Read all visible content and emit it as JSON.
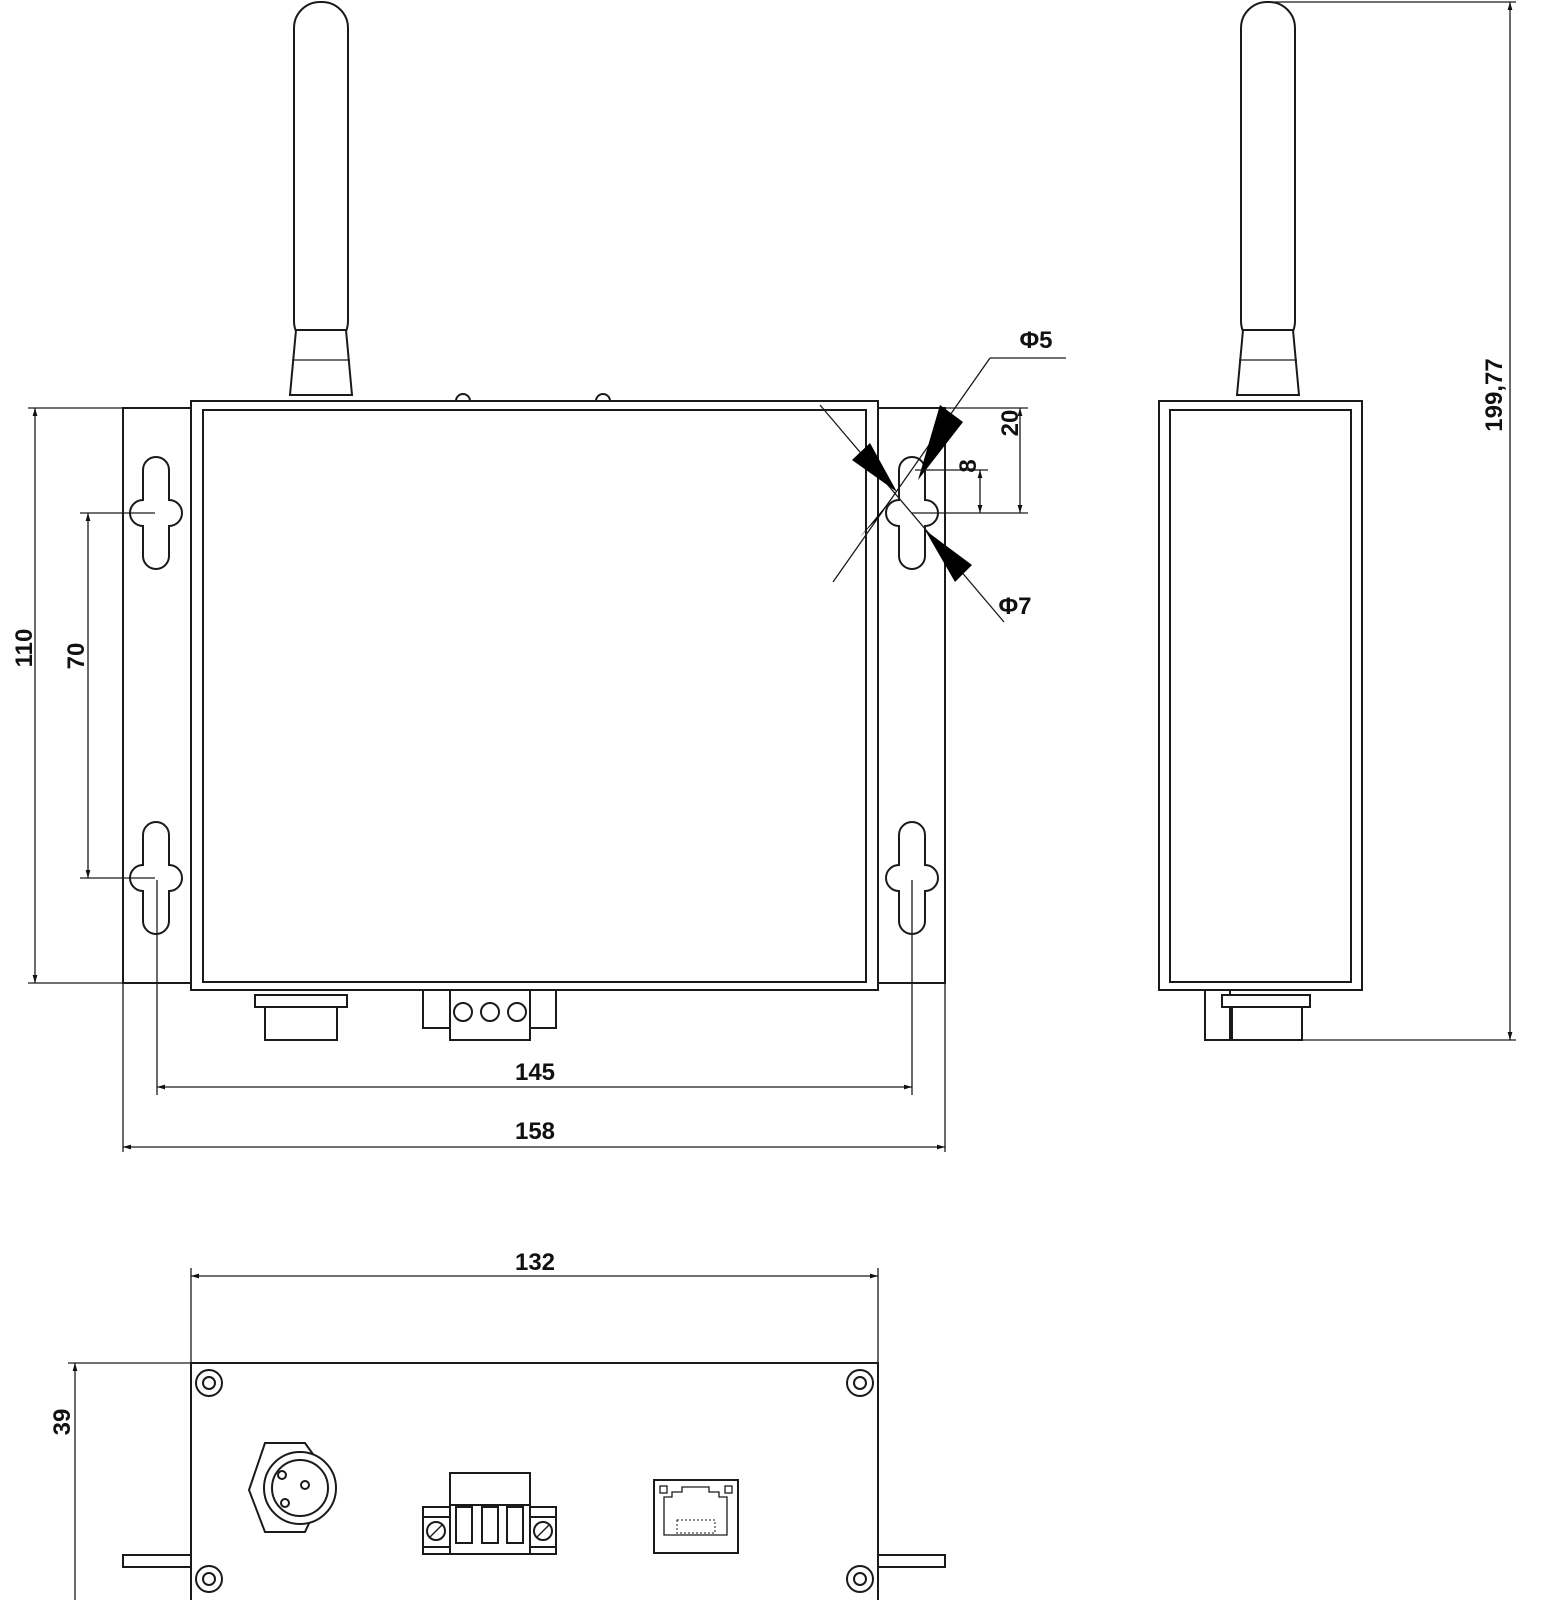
{
  "drawing": {
    "title": "Device dimension drawing",
    "dimensions": {
      "height_total": "110",
      "hole_spacing_vertical": "70",
      "hole_spacing_horizontal": "145",
      "width_total": "158",
      "hole_small_diameter": "Φ5",
      "hole_large_diameter": "Φ7",
      "hole_offset_top": "20",
      "slot_length": "8",
      "overall_height_with_antenna": "199,77",
      "body_width": "132",
      "body_depth": "39"
    }
  }
}
